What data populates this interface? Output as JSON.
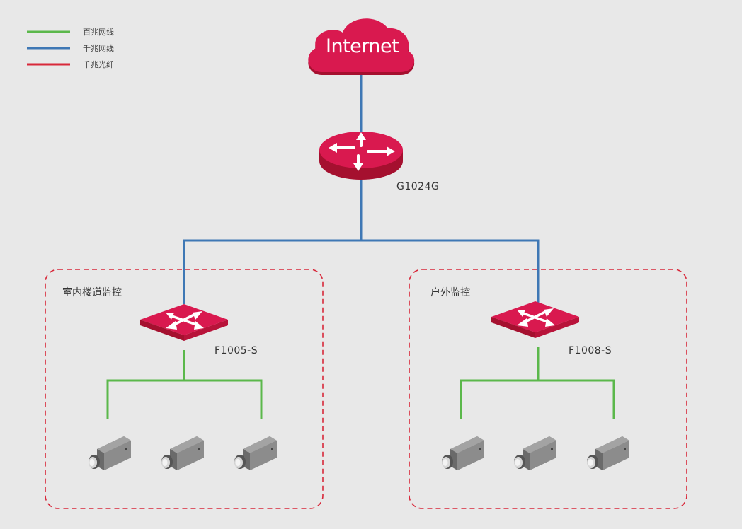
{
  "legend": [
    {
      "label": "百兆网线",
      "color": "#5bb84b"
    },
    {
      "label": "千兆网线",
      "color": "#3f78b5"
    },
    {
      "label": "千兆光纤",
      "color": "#d8283a"
    }
  ],
  "internet": {
    "label": "Internet",
    "color": "#d9194f",
    "icon": "cloud-icon"
  },
  "core_switch": {
    "label": "G1024G",
    "icon": "router-icon"
  },
  "zones": [
    {
      "label": "室内楼道监控",
      "switch_label": "F1005-S"
    },
    {
      "label": "户外监控",
      "switch_label": "F1008-S"
    }
  ],
  "colors": {
    "background": "#e8e8e8",
    "device_red": "#d9194f",
    "zone_border": "#d8283a",
    "camera_gray": "#8a8a8a"
  },
  "camera_icon": "camera-icon"
}
